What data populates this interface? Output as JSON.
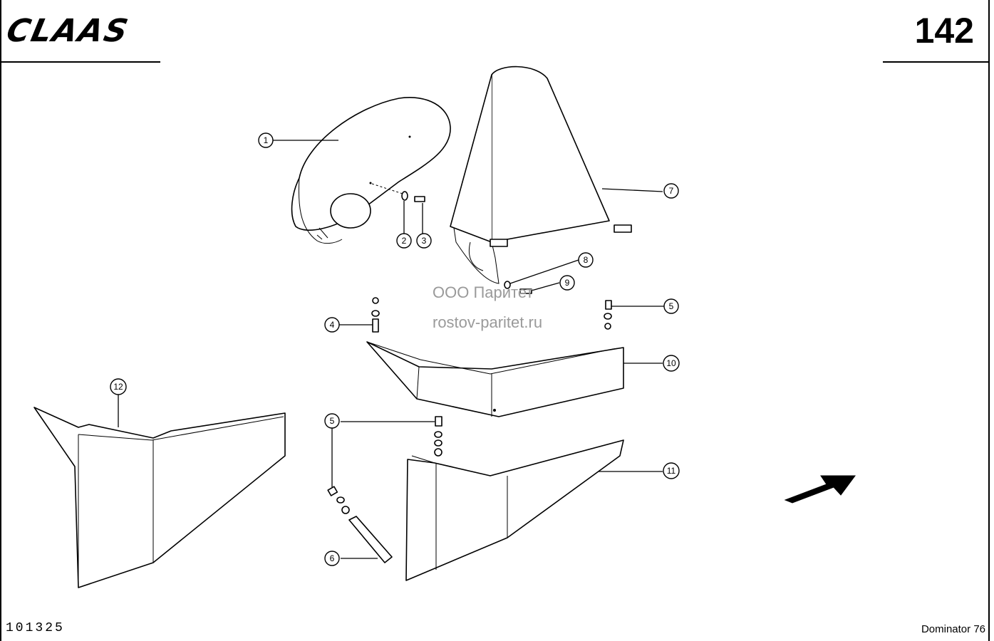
{
  "header": {
    "brand": "CLAAS",
    "page_number": "142"
  },
  "footer": {
    "drawing_number": "101325",
    "model": "Dominator 76"
  },
  "watermark": {
    "line1": "ООО Паритет",
    "line2": "rostov-paritet.ru"
  },
  "callouts": [
    "1",
    "2",
    "3",
    "4",
    "5",
    "5",
    "6",
    "7",
    "8",
    "9",
    "10",
    "11",
    "12"
  ],
  "direction_arrow_icon": "arrow-icon"
}
